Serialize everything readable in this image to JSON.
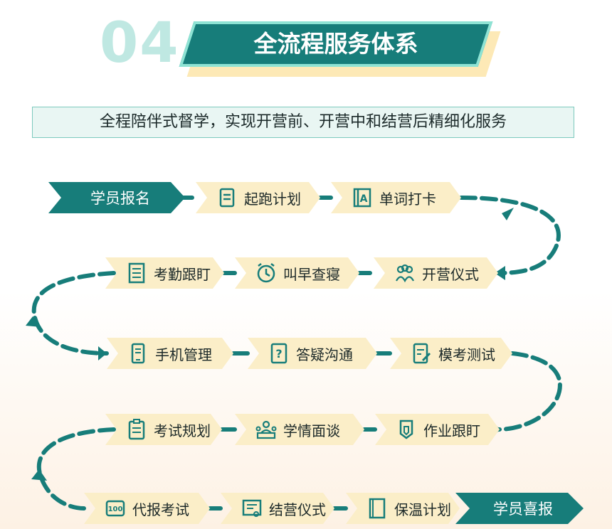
{
  "section_number": "04",
  "title": "全流程服务体系",
  "subtitle": "全程陪伴式督学，实现开营前、开营中和结营后精细化服务",
  "steps": [
    {
      "label": "学员报名",
      "icon": "none"
    },
    {
      "label": "起跑计划",
      "icon": "document-icon"
    },
    {
      "label": "单词打卡",
      "icon": "letter-a-icon"
    },
    {
      "label": "开营仪式",
      "icon": "people-icon"
    },
    {
      "label": "叫早查寝",
      "icon": "alarm-clock-icon"
    },
    {
      "label": "考勤跟盯",
      "icon": "notebook-icon"
    },
    {
      "label": "手机管理",
      "icon": "phone-icon"
    },
    {
      "label": "答疑沟通",
      "icon": "question-icon"
    },
    {
      "label": "模考测试",
      "icon": "edit-document-icon"
    },
    {
      "label": "作业跟盯",
      "icon": "shield-icon"
    },
    {
      "label": "学情面谈",
      "icon": "meeting-icon"
    },
    {
      "label": "考试规划",
      "icon": "clipboard-icon"
    },
    {
      "label": "代报考试",
      "icon": "score-100-icon"
    },
    {
      "label": "结营仪式",
      "icon": "certificate-icon"
    },
    {
      "label": "保温计划",
      "icon": "book-icon"
    },
    {
      "label": "学员喜报",
      "icon": "none"
    }
  ],
  "colors": {
    "teal": "#177d7a",
    "light_teal": "#8ee3d4",
    "cream": "#fbeec8",
    "number": "#bfe8e2"
  }
}
